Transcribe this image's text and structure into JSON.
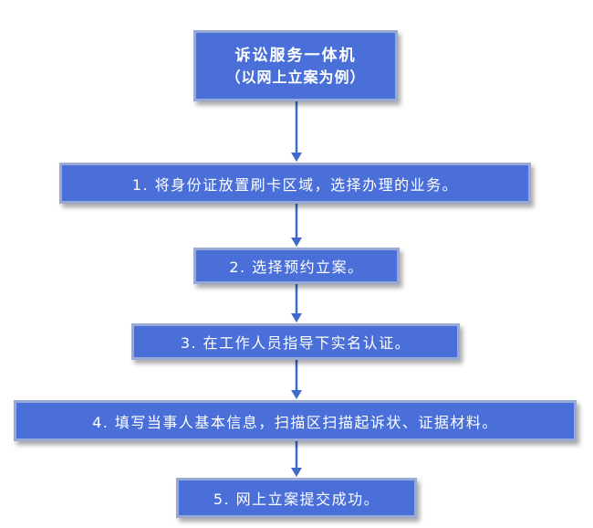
{
  "diagram": {
    "title": "诉讼服务一体机",
    "subtitle": "（以网上立案为例）",
    "steps": [
      "1. 将身份证放置刷卡区域，选择办理的业务。",
      "2. 选择预约立案。",
      "3. 在工作人员指导下实名认证。",
      "4. 填写当事人基本信息，扫描区扫描起诉状、证据材料。",
      "5. 网上立案提交成功。"
    ]
  },
  "colors": {
    "box_fill": "#4a6fd8",
    "box_border": "#97a9d4",
    "box_text": "#ffffff",
    "arrow": "#4169c9",
    "background": "#ffffff"
  }
}
